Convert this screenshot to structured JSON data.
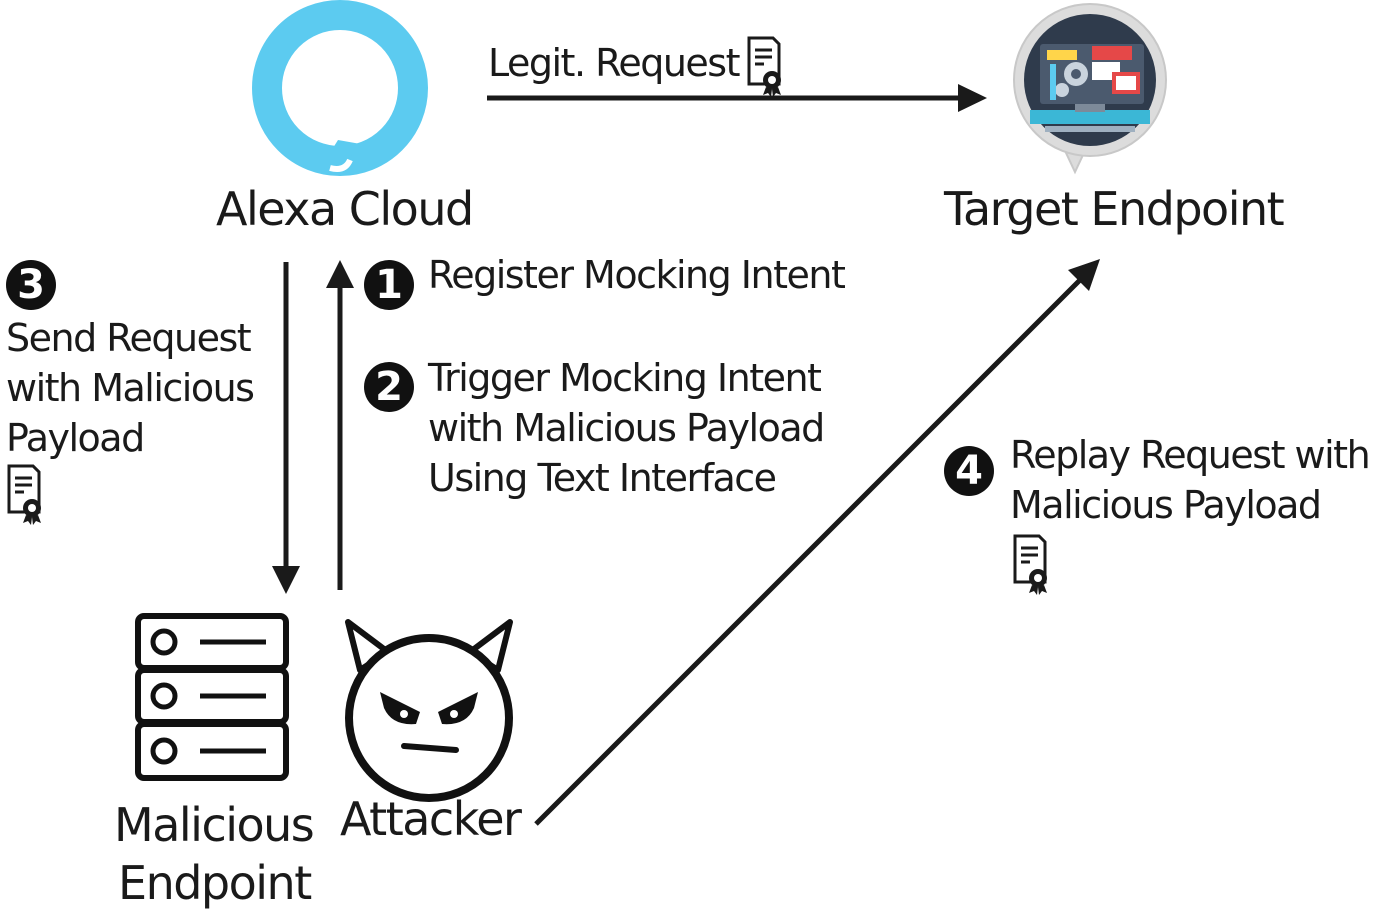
{
  "nodes": {
    "alexa_cloud": "Alexa Cloud",
    "target_endpoint": "Target Endpoint",
    "malicious_endpoint": [
      "Malicious",
      "Endpoint"
    ],
    "attacker": "Attacker"
  },
  "edges": {
    "legit_request": "Legit. Request",
    "step1": {
      "number": "1",
      "label": "Register Mocking Intent"
    },
    "step2": {
      "number": "2",
      "lines": [
        "Trigger Mocking Intent",
        "with Malicious Payload",
        "Using Text Interface"
      ]
    },
    "step3": {
      "number": "3",
      "lines": [
        "Send Request",
        "with Malicious",
        "Payload"
      ]
    },
    "step4": {
      "number": "4",
      "lines": [
        "Replay Request with",
        "Malicious Payload"
      ]
    }
  },
  "icons": {
    "alexa_cloud": "alexa-ring-icon",
    "target_endpoint": "web-monitor-bubble-icon",
    "malicious_endpoint": "server-stack-icon",
    "attacker": "devil-face-icon",
    "request": "certificate-document-icon"
  },
  "colors": {
    "alexa_blue": "#5ccbf0",
    "ink": "#1a1a1a"
  }
}
